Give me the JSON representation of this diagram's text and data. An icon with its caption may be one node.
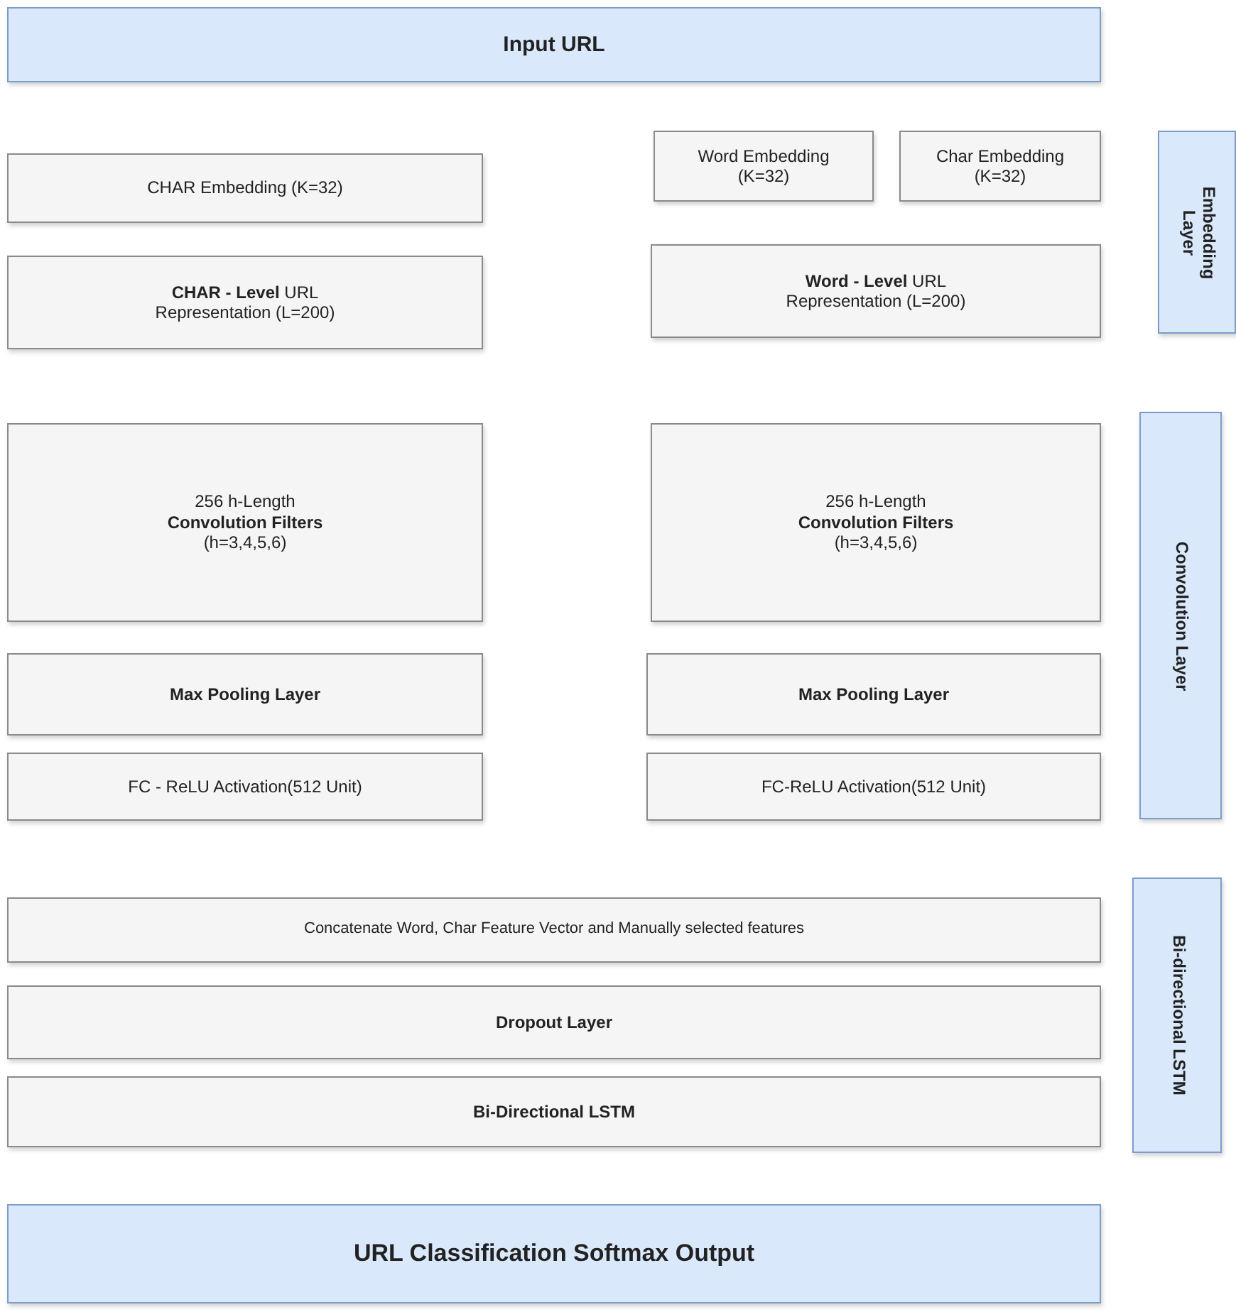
{
  "diagram": {
    "nodes": [
      {
        "text": [
          "Input URL"
        ]
      },
      {
        "text": [
          "CHAR Embedding (K=32)"
        ]
      },
      {
        "text": [
          "**CHAR - Level** URL Representation (L=200)"
        ]
      },
      {
        "text": [
          "Word Embedding (K=32)"
        ]
      },
      {
        "text": [
          "Char Embedding (K=32)"
        ]
      },
      {
        "text": [
          "**Word - Level** URL Representation (L=200)"
        ]
      },
      {
        "text": [
          "Embedding Layer"
        ]
      },
      {
        "text": [
          "256 h-Length **Convolution Filters** (h=3,4,5,6)"
        ]
      },
      {
        "text": [
          "256 h-Length **Convolution Filters** (h=3,4,5,6)"
        ]
      },
      {
        "text": [
          "Max Pooling Layer"
        ]
      },
      {
        "text": [
          "Max Pooling Layer"
        ]
      },
      {
        "text": [
          "FC - ReLU Activation(512 Unit)"
        ]
      },
      {
        "text": [
          "FC-ReLU Activation(512 Unit)"
        ]
      },
      {
        "text": [
          "Convolution Layer"
        ]
      },
      {
        "text": [
          "Concatenate Word, Char Feature Vector and Manually selected features"
        ]
      },
      {
        "text": [
          "Dropout Layer"
        ]
      },
      {
        "text": [
          "Bi-Directional LSTM"
        ]
      },
      {
        "text": [
          "Bi-directional LSTM"
        ]
      },
      {
        "text": [
          "URL Classification Softmax Output"
        ]
      }
    ]
  }
}
